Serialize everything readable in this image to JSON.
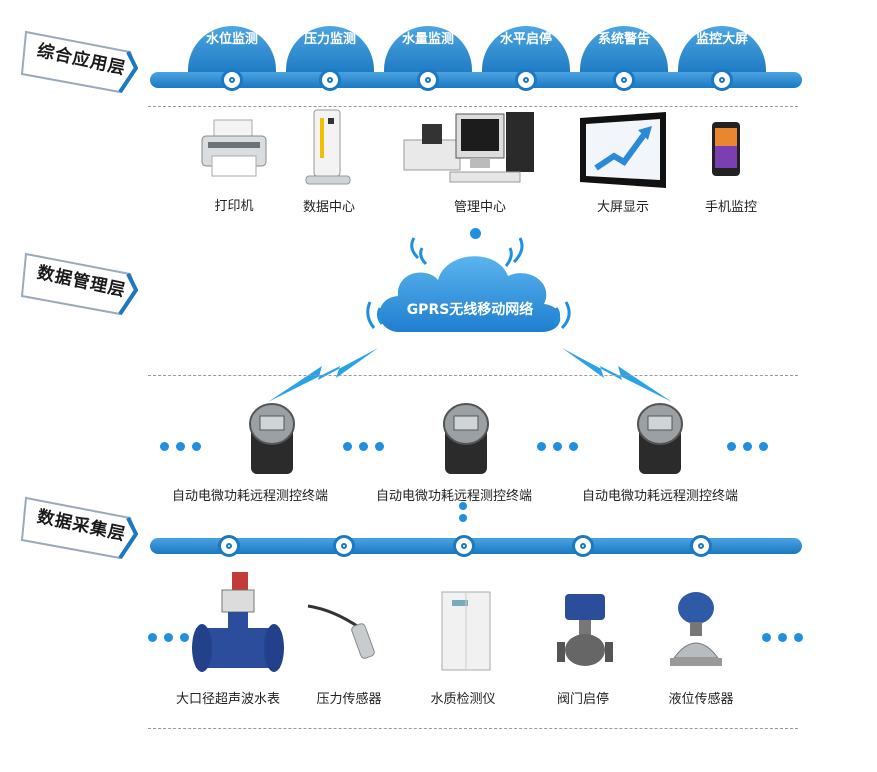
{
  "layers": {
    "application": "综合应用层",
    "data_management": "数据管理层",
    "data_collection": "数据采集层"
  },
  "app_tabs": [
    "水位监测",
    "压力监测",
    "水量监测",
    "水平启停",
    "系统警告",
    "监控大屏"
  ],
  "app_devices": [
    "打印机",
    "数据中心",
    "管理中心",
    "大屏显示",
    "手机监控"
  ],
  "network": {
    "label": "GPRS无线移动网络"
  },
  "terminals": [
    "自动电微功耗远程测控终端",
    "自动电微功耗远程测控终端",
    "自动电微功耗远程测控终端"
  ],
  "sensors": [
    "大口径超声波水表",
    "压力传感器",
    "水质检测仪",
    "阀门启停",
    "液位传感器"
  ],
  "colors": {
    "accent": "#1b78c2",
    "accent_light": "#4aa3e0",
    "dot": "#1f8fe0"
  }
}
